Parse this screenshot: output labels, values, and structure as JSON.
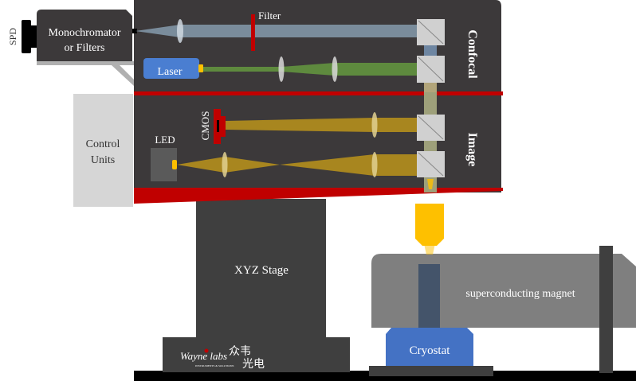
{
  "title": "Confocal microscopy system with superconducting magnet",
  "colors": {
    "housing": "#3c393a",
    "accent_red": "#c00000",
    "collection_beam": "#7a8c9b",
    "laser_beam": "#5e8a3e",
    "imaging_beam": "#a8861f",
    "objective": "#fec000",
    "cryostat": "#4472c4",
    "magnet": "#7f7f7f",
    "laser_box": "#4a7ed1",
    "control_box": "#d6d6d6",
    "floor": "#000000"
  },
  "labels": {
    "spd": "SPD",
    "monochromator_line1": "Monochromator",
    "monochromator_line2": "or Filters",
    "filter": "Filter",
    "laser": "Laser",
    "confocal": "Confocal",
    "control_line1": "Control",
    "control_line2": "Units",
    "led": "LED",
    "cmos": "CMOS",
    "image": "Image",
    "xyz_stage": "XYZ Stage",
    "magnet": "superconducting magnet",
    "cryostat": "Cryostat"
  },
  "logo": {
    "script": "Wayne labs",
    "tagline": "INSTRUMENTS & SOLUTIONS",
    "chinese_top": "众韦",
    "chinese_bottom": "光电"
  }
}
